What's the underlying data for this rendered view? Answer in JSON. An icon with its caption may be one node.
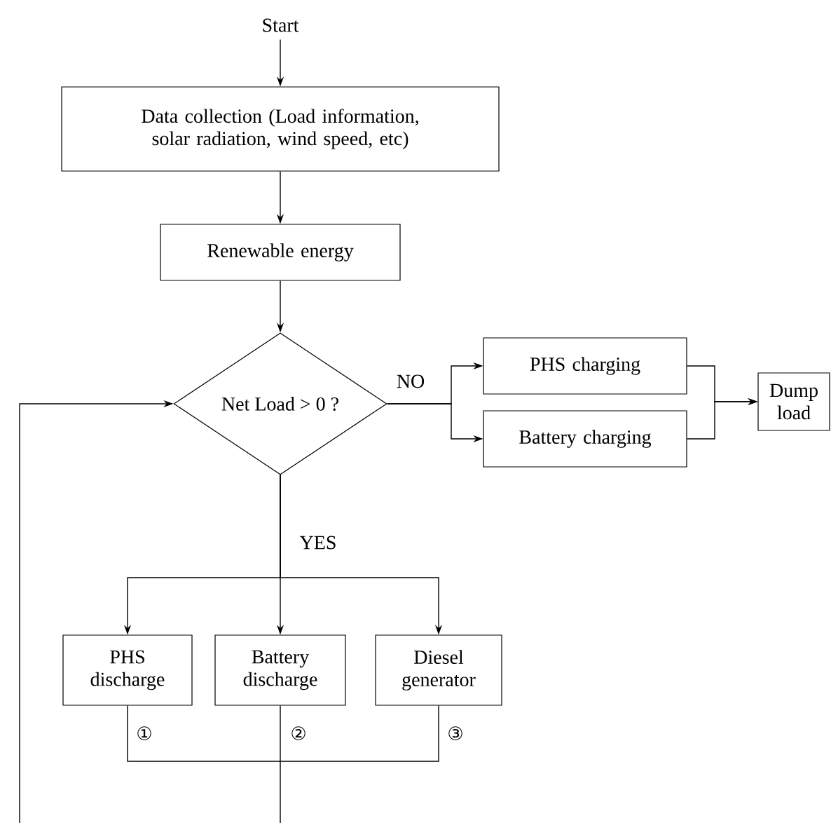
{
  "diagram": {
    "nodes": [
      {
        "text": [
          "Start"
        ]
      },
      {
        "text": [
          "Data collection (Load information, solar radiation, wind speed, etc)"
        ]
      },
      {
        "text": [
          "Renewable energy"
        ]
      },
      {
        "text": [
          "Net Load > 0 ?"
        ]
      },
      {
        "text": [
          "PHS charging"
        ]
      },
      {
        "text": [
          "Battery charging"
        ]
      },
      {
        "text": [
          "Dump load"
        ]
      },
      {
        "text": [
          "PHS discharge"
        ]
      },
      {
        "text": [
          "Battery discharge"
        ]
      },
      {
        "text": [
          "Diesel generator"
        ]
      }
    ],
    "edges": [
      {
        "from": 0,
        "to": 1,
        "arrow": "to"
      },
      {
        "from": 1,
        "to": 2,
        "arrow": "to"
      },
      {
        "from": 2,
        "to": 3,
        "arrow": "to"
      },
      {
        "from": 3,
        "to": 4,
        "arrow": "to",
        "label": "NO"
      },
      {
        "from": 3,
        "to": 5,
        "arrow": "to"
      },
      {
        "from": 4,
        "to": 6,
        "arrow": "to"
      },
      {
        "from": 5,
        "to": 6,
        "arrow": "to"
      },
      {
        "from": 3,
        "to": 7,
        "arrow": "to",
        "label": "YES"
      },
      {
        "from": 3,
        "to": 8,
        "arrow": "to"
      },
      {
        "from": 3,
        "to": 9,
        "arrow": "to"
      },
      {
        "from": 7,
        "to": null,
        "arrow": "none"
      },
      {
        "from": 8,
        "to": null,
        "arrow": "none"
      },
      {
        "from": 9,
        "to": null,
        "arrow": "none"
      },
      {
        "from": null,
        "to": 3,
        "arrow": "to"
      }
    ],
    "labels": [
      "①",
      "②",
      "③"
    ]
  }
}
